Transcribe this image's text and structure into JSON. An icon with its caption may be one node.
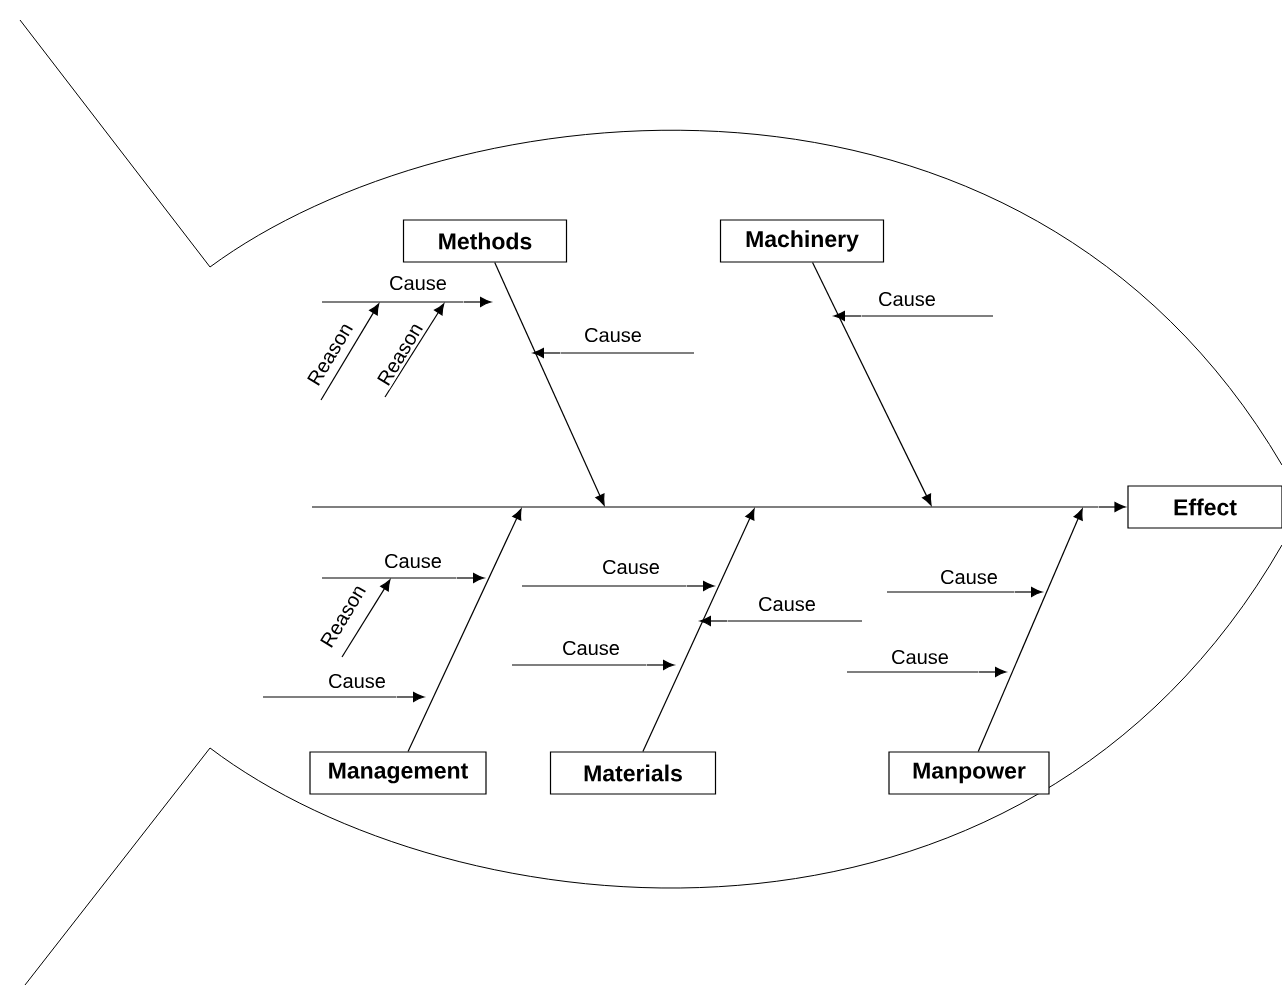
{
  "diagram": {
    "nodes": [
      {
        "text": [
          "Methods"
        ]
      },
      {
        "text": [
          "Machinery"
        ]
      },
      {
        "text": [
          "Effect"
        ]
      },
      {
        "text": [
          "Management"
        ]
      },
      {
        "text": [
          "Materials"
        ]
      },
      {
        "text": [
          "Manpower"
        ]
      },
      {
        "text": [],
        "shape": "bar"
      },
      {
        "text": [],
        "shape": "bar",
        "beside": [
          "Cause"
        ]
      },
      {
        "text": [],
        "shape": "bar",
        "beside": [
          "Cause"
        ]
      },
      {
        "text": [],
        "shape": "bar",
        "beside": [
          "Cause"
        ]
      },
      {
        "text": [],
        "shape": "bar",
        "beside": [
          "Cause"
        ]
      },
      {
        "text": [],
        "shape": "bar",
        "beside": [
          "Cause"
        ]
      },
      {
        "text": [],
        "shape": "bar",
        "beside": [
          "Cause"
        ]
      },
      {
        "text": [],
        "shape": "bar",
        "beside": [
          "Cause"
        ]
      },
      {
        "text": [],
        "shape": "bar",
        "beside": [
          "Cause"
        ]
      },
      {
        "text": [],
        "shape": "bar",
        "beside": [
          "Cause"
        ]
      },
      {
        "text": [],
        "shape": "bar",
        "beside": [
          "Cause"
        ]
      }
    ],
    "edges": [
      {
        "from": 6,
        "to": 2,
        "arrow": "to"
      },
      {
        "from": 0,
        "to": 6,
        "arrow": "to"
      },
      {
        "from": 1,
        "to": 6,
        "arrow": "to"
      },
      {
        "from": 3,
        "to": 6,
        "arrow": "to"
      },
      {
        "from": 4,
        "to": 6,
        "arrow": "to"
      },
      {
        "from": 5,
        "to": 6,
        "arrow": "to"
      },
      {
        "from": 7,
        "to": null,
        "arrow": "to"
      },
      {
        "from": 8,
        "to": null,
        "arrow": "to"
      },
      {
        "from": 9,
        "to": null,
        "arrow": "to"
      },
      {
        "from": 10,
        "to": null,
        "arrow": "to"
      },
      {
        "from": 11,
        "to": null,
        "arrow": "to"
      },
      {
        "from": 12,
        "to": null,
        "arrow": "to"
      },
      {
        "from": 13,
        "to": null,
        "arrow": "to"
      },
      {
        "from": 14,
        "to": null,
        "arrow": "to"
      },
      {
        "from": 15,
        "to": null,
        "arrow": "to"
      },
      {
        "from": 16,
        "to": null,
        "arrow": "to"
      },
      {
        "from": null,
        "to": 7,
        "arrow": "to",
        "label": "Reason"
      },
      {
        "from": null,
        "to": 7,
        "arrow": "to",
        "label": "Reason"
      },
      {
        "from": null,
        "to": 10,
        "arrow": "to",
        "label": "Reason"
      }
    ]
  }
}
